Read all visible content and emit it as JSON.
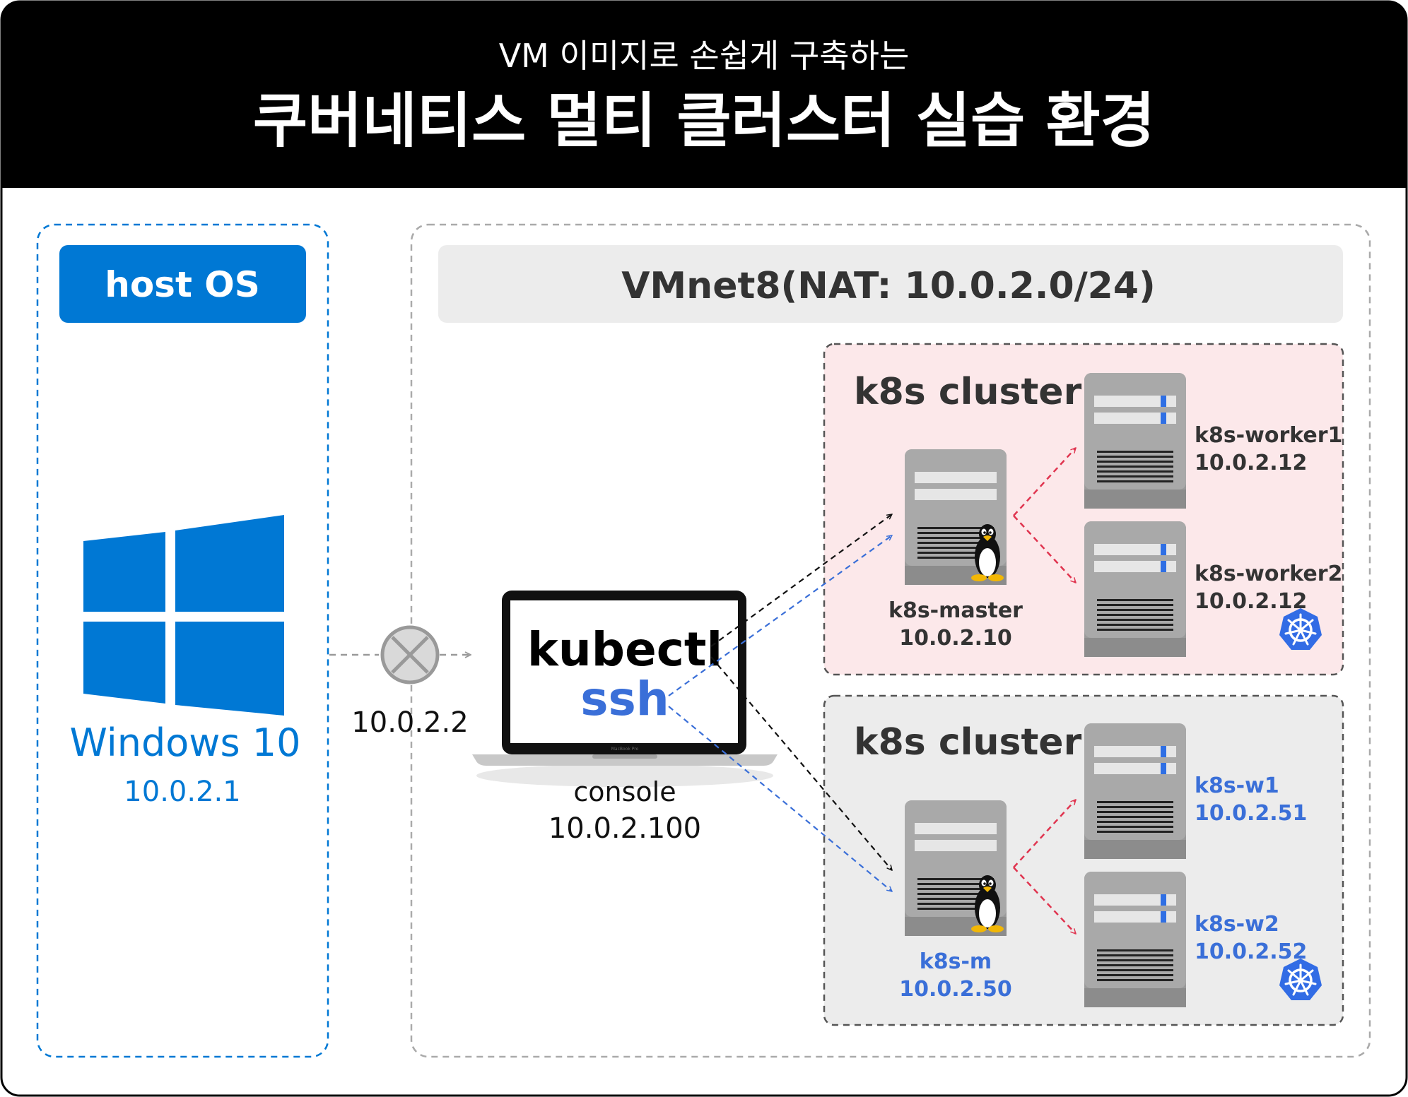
{
  "header": {
    "subtitle": "VM 이미지로 손쉽게 구축하는",
    "title": "쿠버네티스 멀티 클러스터 실습 환경"
  },
  "host": {
    "badge": "host OS",
    "os_name": "Windows 10",
    "ip": "10.0.2.1"
  },
  "gateway": {
    "ip": "10.0.2.2"
  },
  "network": {
    "label": "VMnet8(NAT: 10.0.2.0/24)"
  },
  "console": {
    "screen_line1": "kubectl",
    "screen_line2": "ssh",
    "laptop_model": "MacBook Pro",
    "name": "console",
    "ip": "10.0.2.100"
  },
  "clusters": [
    {
      "label": "k8s cluster",
      "master": {
        "name": "k8s-master",
        "ip": "10.0.2.10"
      },
      "workers": [
        {
          "name": "k8s-worker1",
          "ip": "10.0.2.12"
        },
        {
          "name": "k8s-worker2",
          "ip": "10.0.2.12"
        }
      ]
    },
    {
      "label": "k8s cluster",
      "master": {
        "name": "k8s-m",
        "ip": "10.0.2.50"
      },
      "workers": [
        {
          "name": "k8s-w1",
          "ip": "10.0.2.51"
        },
        {
          "name": "k8s-w2",
          "ip": "10.0.2.52"
        }
      ]
    }
  ],
  "colors": {
    "header_bg": "#000000",
    "host_blue": "#0078d4",
    "windows_text": "#0078d4",
    "ssh_blue": "#3a6fd8",
    "cluster1_bg": "#fce8ea",
    "cluster2_bg": "#ececec",
    "worker_arrow_red": "#e0344f",
    "k8s_blue": "#326ce5",
    "cluster2_label_blue": "#3a6fd8"
  },
  "icons": [
    "windows-logo-icon",
    "gateway-x-icon",
    "laptop-icon",
    "server-icon",
    "tux-linux-icon",
    "kubernetes-wheel-icon"
  ]
}
